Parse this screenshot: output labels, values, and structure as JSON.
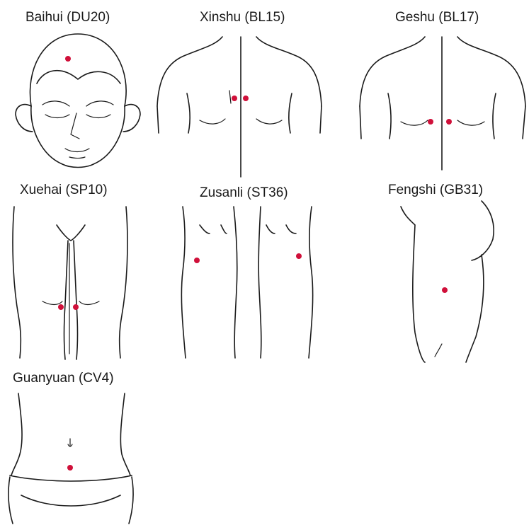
{
  "panels": [
    {
      "key": "baihui",
      "label": "Baihui (DU20)"
    },
    {
      "key": "xinshu",
      "label": "Xinshu (BL15)"
    },
    {
      "key": "geshu",
      "label": "Geshu (BL17)"
    },
    {
      "key": "xuehai",
      "label": "Xuehai (SP10)"
    },
    {
      "key": "zusanli",
      "label": "Zusanli (ST36)"
    },
    {
      "key": "fengshi",
      "label": "Fengshi (GB31)"
    },
    {
      "key": "guanyuan",
      "label": "Guanyuan (CV4)"
    }
  ],
  "colors": {
    "line": "#1a1a1a",
    "point": "#d0103a",
    "background": "#ffffff"
  }
}
